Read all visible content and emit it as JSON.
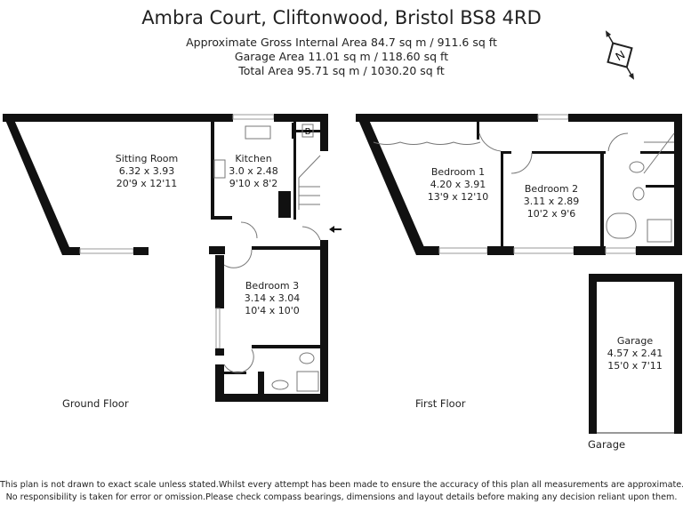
{
  "title": "Ambra Court, Cliftonwood, Bristol BS8 4RD",
  "areas": {
    "gross_internal": "Approximate Gross Internal Area 84.7 sq m / 911.6 sq ft",
    "garage": "Garage Area 11.01 sq m / 118.60 sq ft",
    "total": "Total Area 95.71 sq m / 1030.20 sq ft"
  },
  "compass": {
    "label": "N",
    "icon": "compass-icon"
  },
  "rooms": [
    {
      "name": "Sitting Room",
      "metric": "6.32 x 3.93",
      "imperial": "20'9 x 12'11"
    },
    {
      "name": "Kitchen",
      "metric": "3.0 x 2.48",
      "imperial": "9'10 x 8'2"
    },
    {
      "name": "Bedroom 3",
      "metric": "3.14 x 3.04",
      "imperial": "10'4 x 10'0"
    },
    {
      "name": "Bedroom 1",
      "metric": "4.20 x 3.91",
      "imperial": "13'9 x 12'10"
    },
    {
      "name": "Bedroom 2",
      "metric": "3.11 x 2.89",
      "imperial": "10'2 x 9'6"
    },
    {
      "name": "Garage",
      "metric": "4.57 x 2.41",
      "imperial": "15'0 x 7'11"
    }
  ],
  "boiler_label": "B",
  "floors": {
    "ground": "Ground Floor",
    "first": "First Floor",
    "garage": "Garage"
  },
  "disclaimer": {
    "line1": "This plan is not drawn to exact scale unless stated.Whilst every attempt has been made to ensure the accuracy of this plan all measurements are approximate.",
    "line2": "No responsibility is taken for error or omission.Please check compass bearings, dimensions and layout details before making any decision reliant upon them."
  }
}
